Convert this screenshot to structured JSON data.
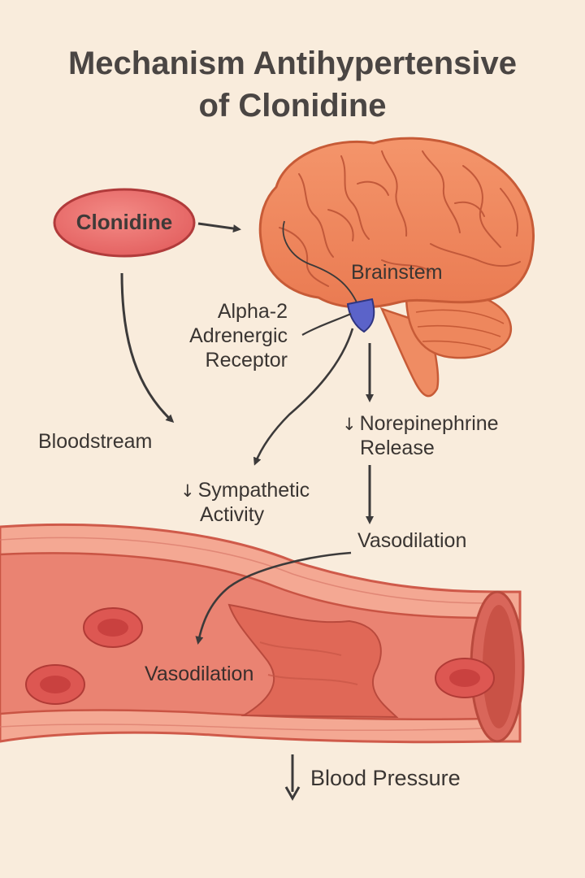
{
  "title": {
    "line1": "Mechanism Antihypertensive",
    "line2": "of Clonidine"
  },
  "nodes": {
    "drug": "Clonidine",
    "brainstem": "Brainstem",
    "receptor": [
      "Alpha-2",
      "Adrenergic",
      "Receptor"
    ],
    "bloodstream": "Bloodstream",
    "norepinephrine": [
      "Norepinephrine",
      "Release"
    ],
    "sympathetic": [
      "Sympathetic",
      "Activity"
    ],
    "vasodilation_right": "Vasodilation",
    "vasodilation_vessel": "Vasodilation",
    "blood_pressure": "Blood Pressure"
  },
  "symbols": {
    "decrease": "↓"
  },
  "icons": [
    "brain-illustration",
    "blood-vessel-illustration",
    "receptor-icon",
    "red-blood-cell-icon",
    "down-arrow-icon"
  ],
  "colors": {
    "background": "#f9ecdc",
    "brain": "#f0885c",
    "vessel_wall": "#f19a86",
    "vessel_lumen": "#e67d6d",
    "receptor": "#5b63c9",
    "drug_ellipse": "#ee6b6b"
  }
}
